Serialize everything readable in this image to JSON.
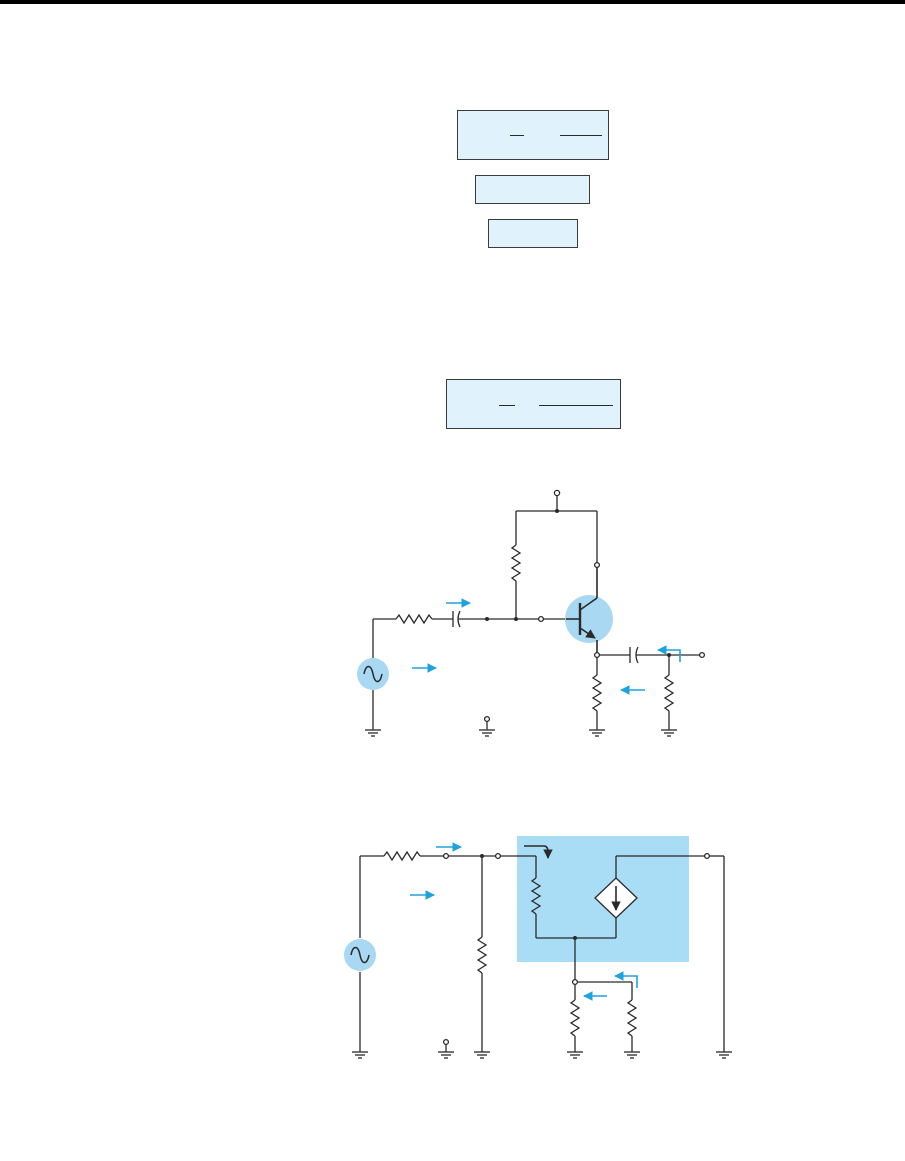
{
  "colors": {
    "background": "#ffffff",
    "equation_box_fill": "#e0f2fb",
    "highlight_blue": "#a8d8f2",
    "model_block_fill": "#a9dcf5",
    "current_arrow": "#1ea3dc",
    "wire": "#2a2a2a"
  },
  "equation_boxes": [
    {
      "id": "box1",
      "fraction_bars": 2
    },
    {
      "id": "box2",
      "fraction_bars": 0
    },
    {
      "id": "box3",
      "fraction_bars": 0
    },
    {
      "id": "box4",
      "fraction_bars": 2
    }
  ],
  "icons": {
    "ac_source": "sine-source-icon",
    "transistor": "npn-transistor-icon",
    "ground": "ground-icon",
    "resistor": "resistor-icon",
    "capacitor": "capacitor-icon",
    "current_arrow": "arrow-icon",
    "dependent_source": "current-source-diamond-icon",
    "terminal": "open-terminal-icon"
  }
}
